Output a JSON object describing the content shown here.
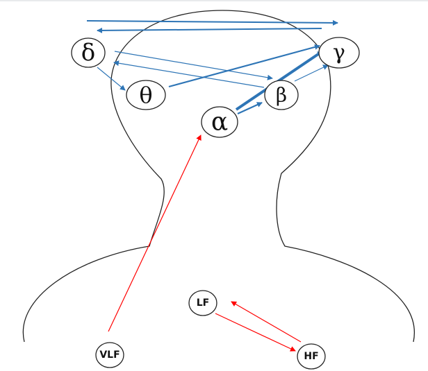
{
  "colors": {
    "brain_wave_arrows": "#2E75B6",
    "cardiac_arrows": "#FF0000",
    "outline": "#222222",
    "node_fill": "#FFFFFF"
  },
  "nodes": {
    "delta": {
      "label": "δ"
    },
    "theta": {
      "label": "θ"
    },
    "alpha": {
      "label": "α"
    },
    "beta": {
      "label": "β"
    },
    "gamma": {
      "label": "γ"
    },
    "lf": {
      "label": "LF"
    },
    "hf": {
      "label": "HF"
    },
    "vlf": {
      "label": "VLF"
    }
  },
  "connections": [
    {
      "from": "delta",
      "to": "theta",
      "group": "brain"
    },
    {
      "from": "delta",
      "to": "beta",
      "group": "brain"
    },
    {
      "from": "beta",
      "to": "delta",
      "group": "brain"
    },
    {
      "from": "theta",
      "to": "gamma",
      "group": "brain"
    },
    {
      "from": "alpha",
      "to": "gamma",
      "group": "brain"
    },
    {
      "from": "alpha",
      "to": "beta",
      "group": "brain"
    },
    {
      "from": "beta",
      "to": "gamma",
      "group": "brain"
    },
    {
      "from": "vlf",
      "to": "alpha",
      "group": "cardiac"
    },
    {
      "from": "lf",
      "to": "hf",
      "group": "cardiac"
    },
    {
      "from": "hf",
      "to": "lf",
      "group": "cardiac"
    }
  ]
}
